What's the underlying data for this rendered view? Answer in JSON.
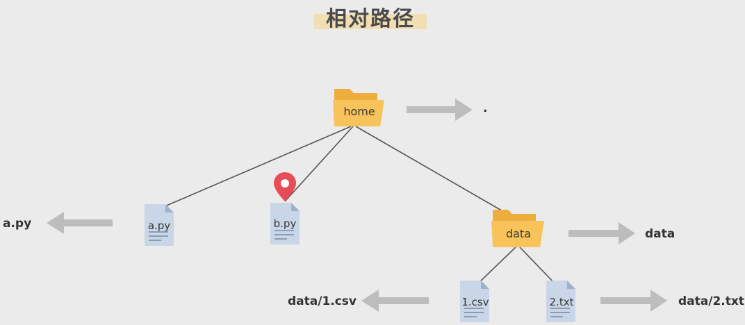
{
  "title": "相对路径",
  "nodes": {
    "home": "home",
    "a_py": "a.py",
    "b_py": "b.py",
    "data": "data",
    "csv1": "1.csv",
    "txt2": "2.txt"
  },
  "paths": {
    "home": ".",
    "a_py": "a.py",
    "data": "data",
    "csv1": "data/1.csv",
    "txt2": "data/2.txt"
  },
  "marker": "location-pin",
  "colors": {
    "background": "#ebebeb",
    "folder": "#f7c35a",
    "file": "#c9d6e8",
    "arrow": "#bdbdbd",
    "pin": "#e84c57",
    "title_highlight": "#f1dfb3"
  }
}
